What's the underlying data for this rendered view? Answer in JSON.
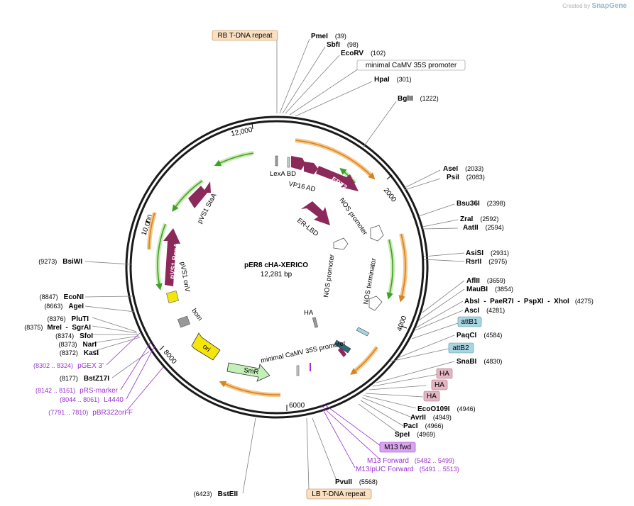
{
  "watermark": {
    "created_by": "Created by",
    "brand": "SnapGene"
  },
  "plasmid": {
    "name": "pER8 cHA-XERICO",
    "length": "12,281 bp"
  },
  "ruler_ticks": [
    "2000",
    "4000",
    "6000",
    "8000",
    "10,000",
    "12,000"
  ],
  "enzymes_right": [
    {
      "name": "PmeI",
      "pos": "(39)"
    },
    {
      "name": "SbfI",
      "pos": "(98)"
    },
    {
      "name": "EcoRV",
      "pos": "(102)"
    },
    {
      "name": "HpaI",
      "pos": "(301)"
    },
    {
      "name": "BglII",
      "pos": "(1222)"
    },
    {
      "name": "AseI",
      "pos": "(2033)"
    },
    {
      "name": "PsiI",
      "pos": "(2083)"
    },
    {
      "name": "Bsu36I",
      "pos": "(2398)"
    },
    {
      "name": "ZraI",
      "pos": "(2592)"
    },
    {
      "name": "AatII",
      "pos": "(2594)"
    },
    {
      "name": "AsiSI",
      "pos": "(2931)"
    },
    {
      "name": "RsrII",
      "pos": "(2975)"
    },
    {
      "name": "AflII",
      "pos": "(3659)"
    },
    {
      "name": "MauBI",
      "pos": "(3854)"
    },
    {
      "name": "AbsI  -  PaeR7I  -  PspXI  -  XhoI",
      "pos": "(4275)"
    },
    {
      "name": "AscI",
      "pos": "(4281)"
    },
    {
      "name": "PaqCI",
      "pos": "(4584)"
    },
    {
      "name": "SnaBI",
      "pos": "(4830)"
    },
    {
      "name": "EcoO109I",
      "pos": "(4946)"
    },
    {
      "name": "AvrII",
      "pos": "(4949)"
    },
    {
      "name": "PacI",
      "pos": "(4966)"
    },
    {
      "name": "SpeI",
      "pos": "(4969)"
    },
    {
      "name": "PvuII",
      "pos": "(5568)"
    }
  ],
  "enzymes_left": [
    {
      "name": "BsiWI",
      "pos": "(9273)"
    },
    {
      "name": "EcoNI",
      "pos": "(8847)"
    },
    {
      "name": "AgeI",
      "pos": "(8663)"
    },
    {
      "name": "PluTI",
      "pos": "(8376)"
    },
    {
      "name": "MreI  -  SgrAI",
      "pos": "(8375)"
    },
    {
      "name": "SfoI",
      "pos": "(8374)"
    },
    {
      "name": "NarI",
      "pos": "(8373)"
    },
    {
      "name": "KasI",
      "pos": "(8372)"
    },
    {
      "name": "BstZ17I",
      "pos": "(8177)"
    },
    {
      "name": "BstEII",
      "pos": "(6423)"
    }
  ],
  "primers": [
    {
      "name": "pGEX 3'",
      "range": "(8302 .. 8324)"
    },
    {
      "name": "pRS-marker",
      "range": "(8142 .. 8161)"
    },
    {
      "name": "L4440",
      "range": "(8044 .. 8061)"
    },
    {
      "name": "pBR322ori-F",
      "range": "(7791 .. 7810)"
    },
    {
      "name": "M13 Forward",
      "range": "(5482 .. 5499)"
    },
    {
      "name": "M13/pUC Forward",
      "range": "(5491 .. 5513)"
    }
  ],
  "boxed_labels": {
    "rb": "RB T-DNA repeat",
    "lb": "LB T-DNA repeat",
    "min35s": "minimal CaMV 35S promoter",
    "attB1": "attB1",
    "attB2": "attB2",
    "ha1": "HA",
    "ha2": "HA",
    "ha3": "HA",
    "m13fwd": "M13 fwd"
  },
  "features": {
    "lexa_bd": "LexA  BD",
    "vp16_ad": "VP16 AD",
    "ert2": "ERT2",
    "er_lbd": "ER-LBD",
    "nos_prom1": "NOS promoter",
    "nos_prom2": "NOS promoter",
    "nos_term": "NOS terminator",
    "ha": "HA",
    "min35s_inner": "minimal CaMV 35S promoter",
    "smr": "SmR",
    "ori": "ori",
    "bom": "bom",
    "pvs1_ori": "pVS1 oriV",
    "pvs1_repa": "pVS1 RepA",
    "pvs1_staa": "pVS1 StaA"
  },
  "colors": {
    "backbone": "#1a1a1a",
    "cds": "#8b2a5a",
    "orange_band": "#f5c78a",
    "orange_line": "#d9821e",
    "green_line": "#3fa02a",
    "green_band": "#c9eab0",
    "primer": "#9b30d0",
    "attb": "#a6d6e3",
    "ha_box": "#e4b6c4",
    "tdna_box": "#fbe0c0",
    "ori": "#f4e60a",
    "smr": "#c3f0b8"
  }
}
